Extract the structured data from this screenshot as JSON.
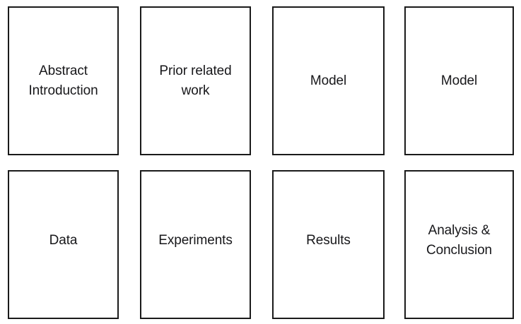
{
  "diagram": {
    "type": "paper-structure-grid",
    "title": "",
    "background_color": "#ffffff",
    "box_border_color": "#1a1a1a",
    "box_fill_color": "#ffffff",
    "text_color": "#17171a",
    "columns": 4,
    "rows": 2,
    "boxes": [
      {
        "id": "abstract-introduction",
        "row": 1,
        "column": 1,
        "label": "Abstract\nIntroduction",
        "lines": [
          "Abstract",
          "Introduction"
        ]
      },
      {
        "id": "prior-related-work",
        "row": 1,
        "column": 2,
        "label": "Prior related\nwork",
        "lines": [
          "Prior related",
          "work"
        ]
      },
      {
        "id": "model-1",
        "row": 1,
        "column": 3,
        "label": "Model",
        "lines": [
          "Model"
        ]
      },
      {
        "id": "model-2",
        "row": 1,
        "column": 4,
        "label": "Model",
        "lines": [
          "Model"
        ]
      },
      {
        "id": "data",
        "row": 2,
        "column": 1,
        "label": "Data",
        "lines": [
          "Data"
        ]
      },
      {
        "id": "experiments",
        "row": 2,
        "column": 2,
        "label": "Experiments",
        "lines": [
          "Experiments"
        ]
      },
      {
        "id": "results",
        "row": 2,
        "column": 3,
        "label": "Results",
        "lines": [
          "Results"
        ]
      },
      {
        "id": "analysis-conclusion",
        "row": 2,
        "column": 4,
        "label": "Analysis &\nConclusion",
        "lines": [
          "Analysis &",
          "Conclusion"
        ]
      }
    ]
  }
}
